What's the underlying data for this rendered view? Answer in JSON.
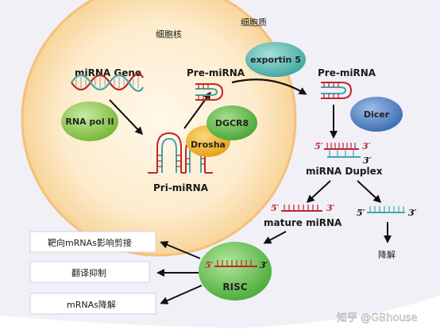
{
  "compartments": {
    "nucleus_label": "细胞核",
    "cytoplasm_label": "细胞质"
  },
  "labels": {
    "mirna_gene": "miRNA Gene",
    "rna_pol": "RNA pol II",
    "pri_mirna": "Pri-miRNA",
    "pre_mirna_nuclear": "Pre-miRNA",
    "dgcr8": "DGCR8",
    "drosha": "Drosha",
    "exportin": "exportin 5",
    "pre_mirna_cyto": "Pre-miRNA",
    "dicer": "Dicer",
    "duplex": "miRNA Duplex",
    "mature": "mature miRNA",
    "risc": "RISC"
  },
  "strand_ends": {
    "five": "5′",
    "three": "3′"
  },
  "outcomes": {
    "target_cleavage": "靶向mRNAs影响剪接",
    "translation_repression": "翻译抑制",
    "mrna_degradation": "mRNAs降解",
    "passenger_degradation": "降解"
  },
  "watermark": "知乎 @GBhouse",
  "colors": {
    "cytoplasm": "#f0eff8",
    "nucleus_fill": "#fde9c8",
    "nucleus_edge": "#f4c079",
    "mirna_strand": "#c0262b",
    "passenger_strand": "#40a6ad",
    "rna_pol": "#8bc640",
    "dgcr8": "#5fb84a",
    "drosha": "#f0b52c",
    "exportin": "#5fbdb7",
    "dicer": "#4f82c6",
    "risc": "#5dbe4c",
    "arrow": "#111111"
  }
}
